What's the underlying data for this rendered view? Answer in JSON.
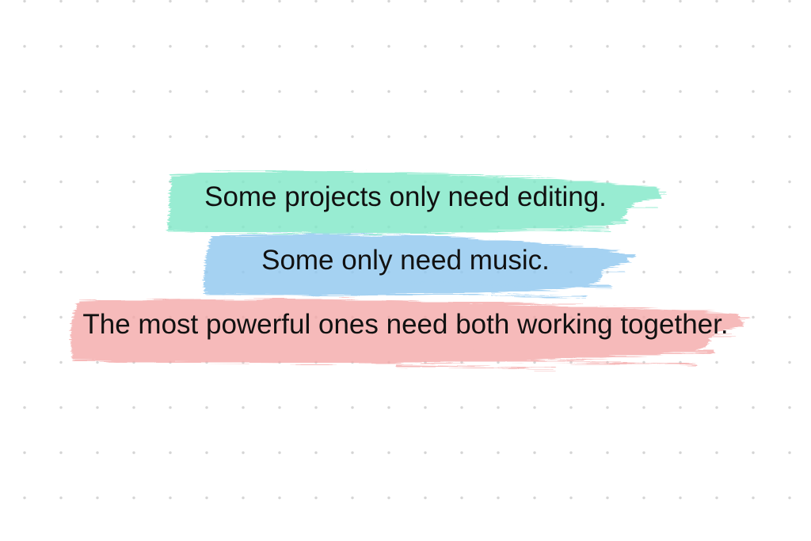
{
  "lines": [
    {
      "text": "Some projects only need editing.",
      "highlight_color": "#7fe8c8"
    },
    {
      "text": "Some only need music.",
      "highlight_color": "#8fc8f0"
    },
    {
      "text": "The most powerful ones need both working together.",
      "highlight_color": "#f4a9a9"
    }
  ]
}
